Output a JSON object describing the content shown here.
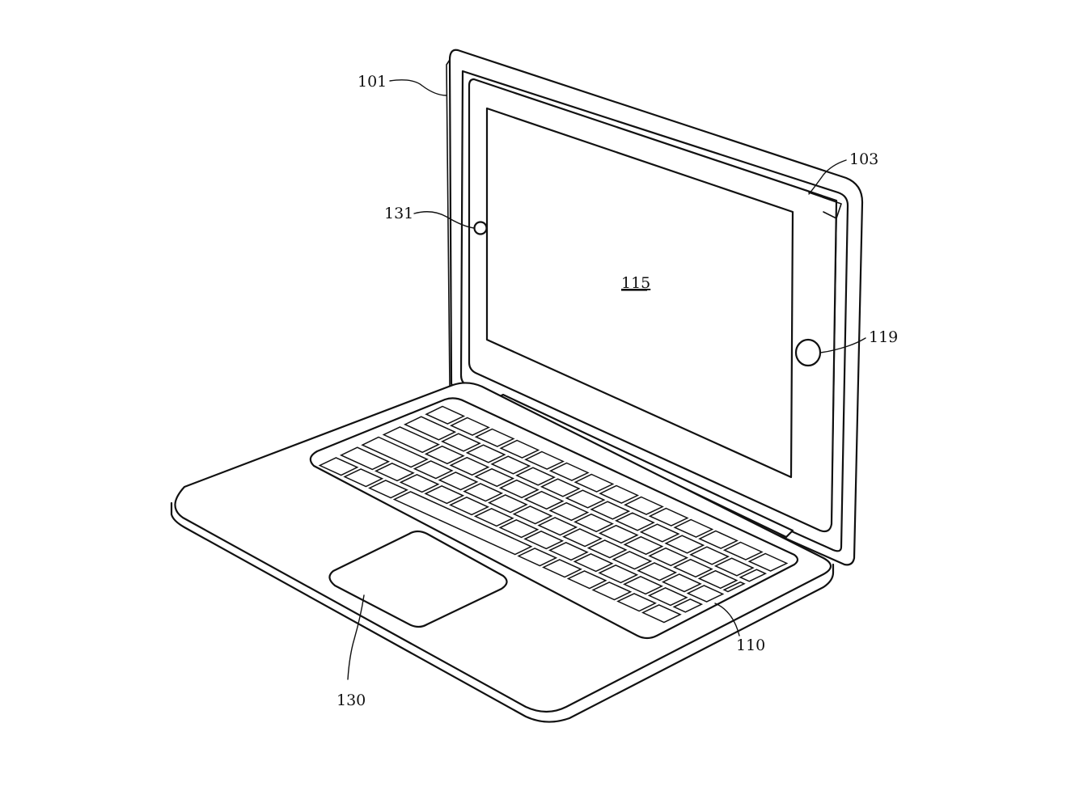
{
  "labels": {
    "lid": "101",
    "display_frame": "103",
    "screen": "115",
    "button": "119",
    "camera": "131",
    "keyboard": "110",
    "trackpad": "130"
  },
  "keyboard": {
    "rows": 6,
    "columns": 14
  },
  "colors": {
    "line": "#111111",
    "background": "#ffffff"
  }
}
